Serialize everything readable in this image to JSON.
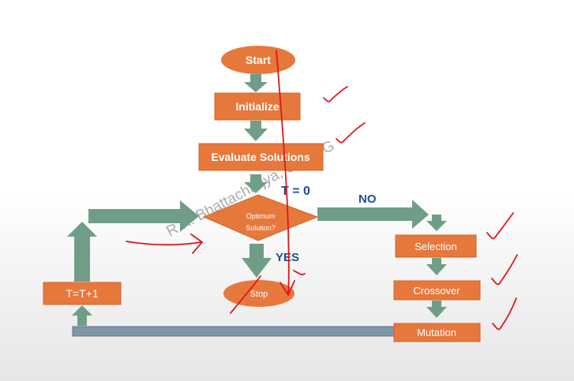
{
  "nodes": {
    "start": "Start",
    "initialize": "Initialize",
    "evaluate": "Evaluate Solutions",
    "decision_line1": "Optimum",
    "decision_line2": "Solution?",
    "stop": "Stop",
    "selection": "Selection",
    "crossover": "Crossover",
    "mutation": "Mutation",
    "increment": "T=T+1"
  },
  "labels": {
    "t_init": "T = 0",
    "no": "NO",
    "yes": "YES"
  },
  "watermark": "R.K. Bhattacharjya, CE/IITG",
  "colors": {
    "box": "#e7783b",
    "box_border": "#d2652c",
    "arrow": "#6f9d88",
    "feedback_bar": "#7f96a8",
    "label_blue": "#1f4e9c",
    "ink": "#e0161b"
  }
}
